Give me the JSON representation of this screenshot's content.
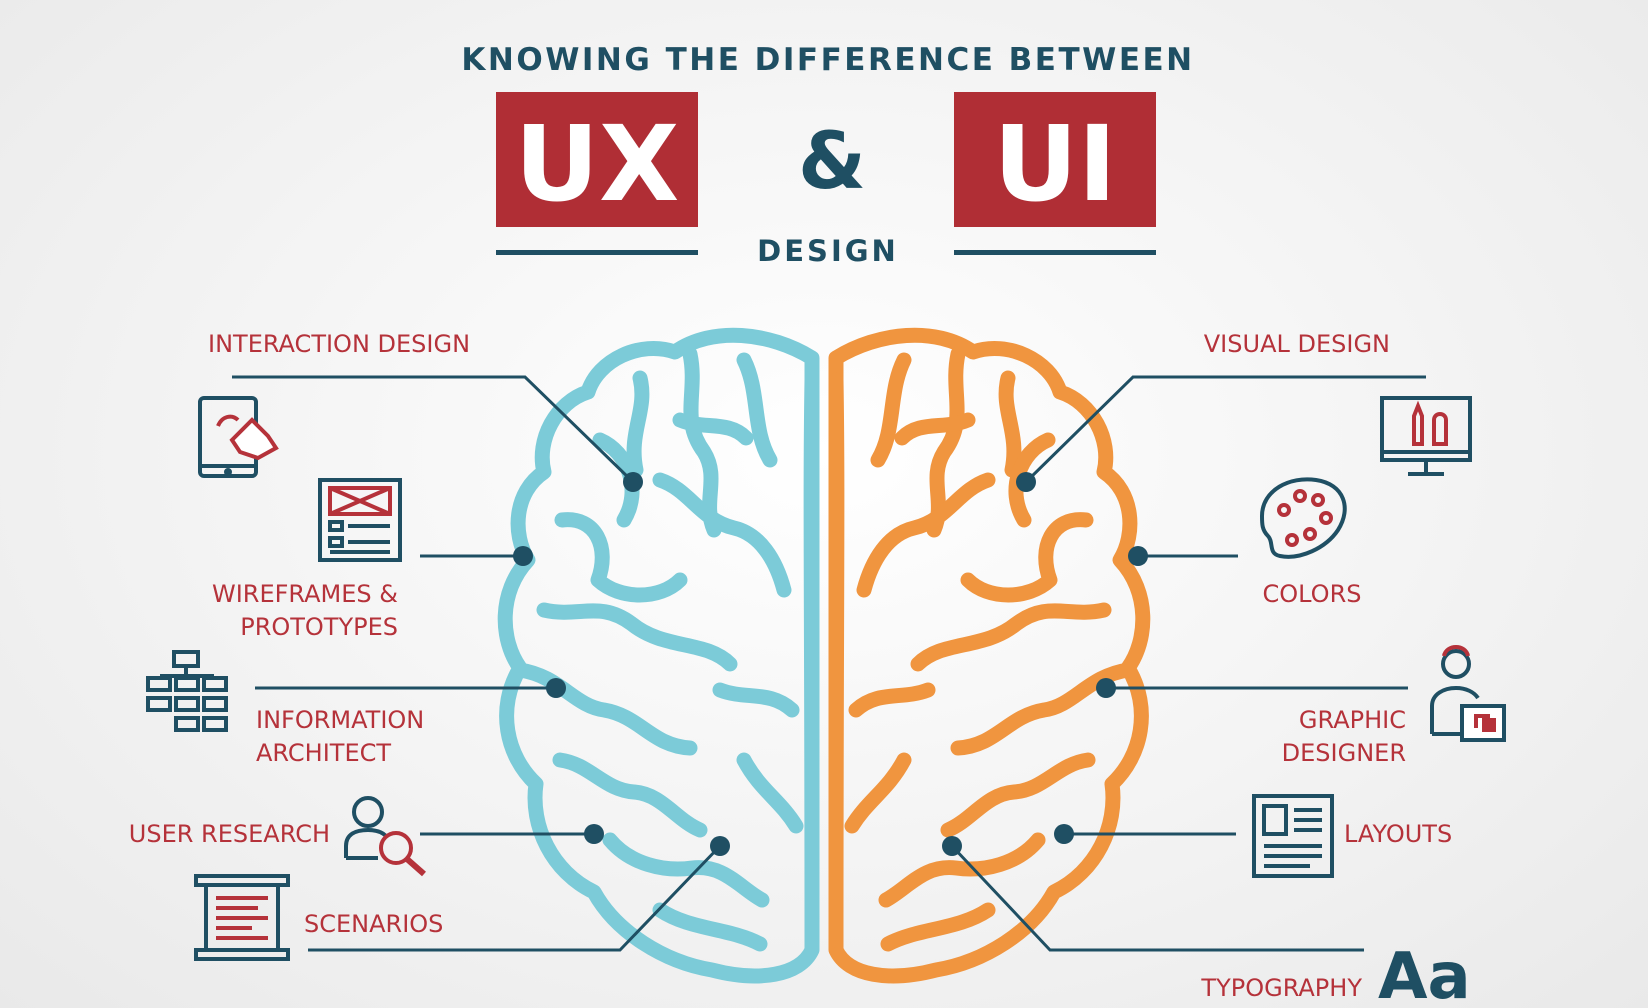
{
  "header": {
    "top_line": "KNOWING THE DIFFERENCE BETWEEN",
    "left_box": "UX",
    "ampersand": "&",
    "right_box": "UI",
    "bottom_word": "DESIGN"
  },
  "ux_items": [
    {
      "id": "interaction-design",
      "lines": [
        "INTERACTION DESIGN"
      ],
      "icon": "tablet-touch-icon"
    },
    {
      "id": "wireframes-prototypes",
      "lines": [
        "WIREFRAMES &",
        "PROTOTYPES"
      ],
      "icon": "wireframe-icon"
    },
    {
      "id": "information-architect",
      "lines": [
        "INFORMATION",
        "ARCHITECT"
      ],
      "icon": "sitemap-icon"
    },
    {
      "id": "user-research",
      "lines": [
        "USER RESEARCH"
      ],
      "icon": "user-search-icon"
    },
    {
      "id": "scenarios",
      "lines": [
        "SCENARIOS"
      ],
      "icon": "scroll-document-icon"
    }
  ],
  "ui_items": [
    {
      "id": "visual-design",
      "lines": [
        "VISUAL DESIGN"
      ],
      "icon": "monitor-tools-icon"
    },
    {
      "id": "colors",
      "lines": [
        "COLORS"
      ],
      "icon": "palette-icon"
    },
    {
      "id": "graphic-designer",
      "lines": [
        "GRAPHIC",
        "DESIGNER"
      ],
      "icon": "designer-icon"
    },
    {
      "id": "layouts",
      "lines": [
        "LAYOUTS"
      ],
      "icon": "layout-icon"
    },
    {
      "id": "typography",
      "lines": [
        "TYPOGRAPHY"
      ],
      "icon": "typography-icon",
      "icon_text": "Aa"
    }
  ],
  "colors": {
    "navy": "#1f4f63",
    "red": "#b02e35",
    "label_red": "#b5323a",
    "blue_brain": "#7ccbd8",
    "orange_brain": "#f0953f",
    "box_text": "#ffffff"
  }
}
